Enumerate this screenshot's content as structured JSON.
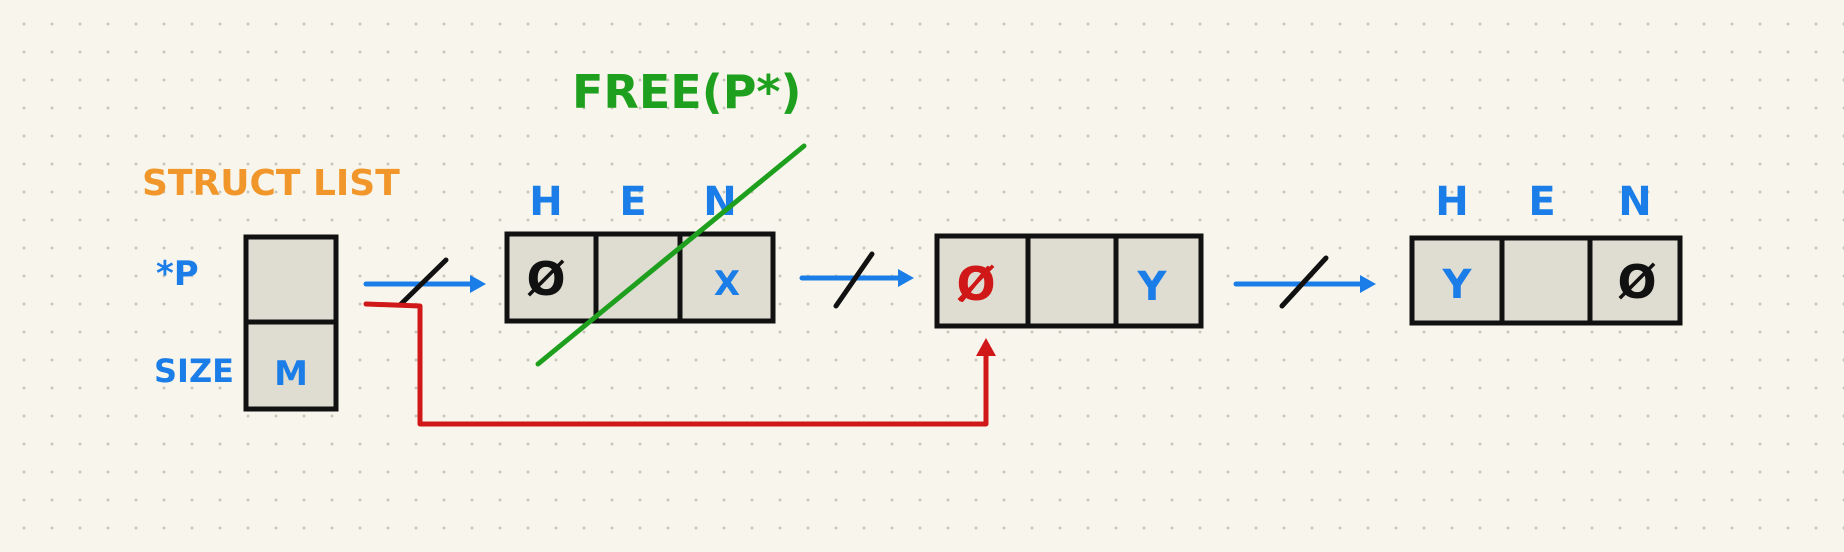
{
  "labels": {
    "struct_list": "STRUCT LIST",
    "free_call": "FREE(P*)",
    "ptr_field": "*P",
    "size_field": "SIZE",
    "size_value": "M"
  },
  "nodes": [
    {
      "headers": [
        "H",
        "E",
        "N"
      ],
      "cells": [
        "Ø",
        "",
        "X"
      ]
    },
    {
      "headers": [
        "",
        "",
        ""
      ],
      "cells": [
        "Ø",
        "",
        "Y"
      ]
    },
    {
      "headers": [
        "H",
        "E",
        "N"
      ],
      "cells": [
        "Y",
        "",
        "Ø"
      ]
    }
  ],
  "colors": {
    "orange": "#f0962a",
    "green": "#1ea01e",
    "blue": "#1a7de8",
    "red": "#d01818",
    "black": "#111111",
    "cell_fill": "#dfddd2",
    "background": "#f8f6ec"
  }
}
